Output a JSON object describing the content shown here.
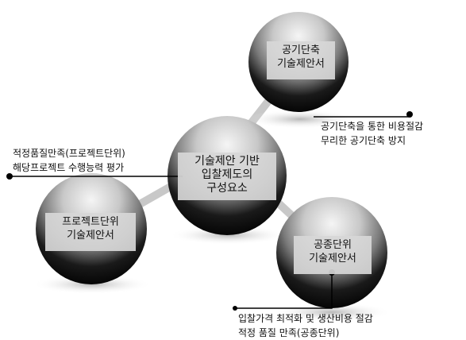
{
  "colors": {
    "sphere_light": "#f5f5f5",
    "sphere_mid": "#b9b9b9",
    "sphere_dark": "#000000",
    "label_bg": "#d7d7d7",
    "connector": "#c8c8c8",
    "pointer_line": "#000000"
  },
  "nodes": {
    "center": {
      "line1": "기술제안 기반",
      "line2": "입찰제도의",
      "line3": "구성요소"
    },
    "schedule": {
      "line1": "공기단축",
      "line2": "기술제안서"
    },
    "project": {
      "line1": "프로젝트단위",
      "line2": "기술제안서"
    },
    "trade": {
      "line1": "공종단위",
      "line2": "기술제안서"
    }
  },
  "notes": {
    "schedule": {
      "line1": "공기단축을 통한 비용절감",
      "line2": "무리한 공기단축 방지"
    },
    "project": {
      "line1": "적정품질만족(프로젝트단위)",
      "line2": "해당프로젝트 수행능력 평가"
    },
    "trade": {
      "line1": "입찰가격 최적화 및 생산비용 절감",
      "line2": "적정 품질 만족(공종단위)"
    }
  }
}
